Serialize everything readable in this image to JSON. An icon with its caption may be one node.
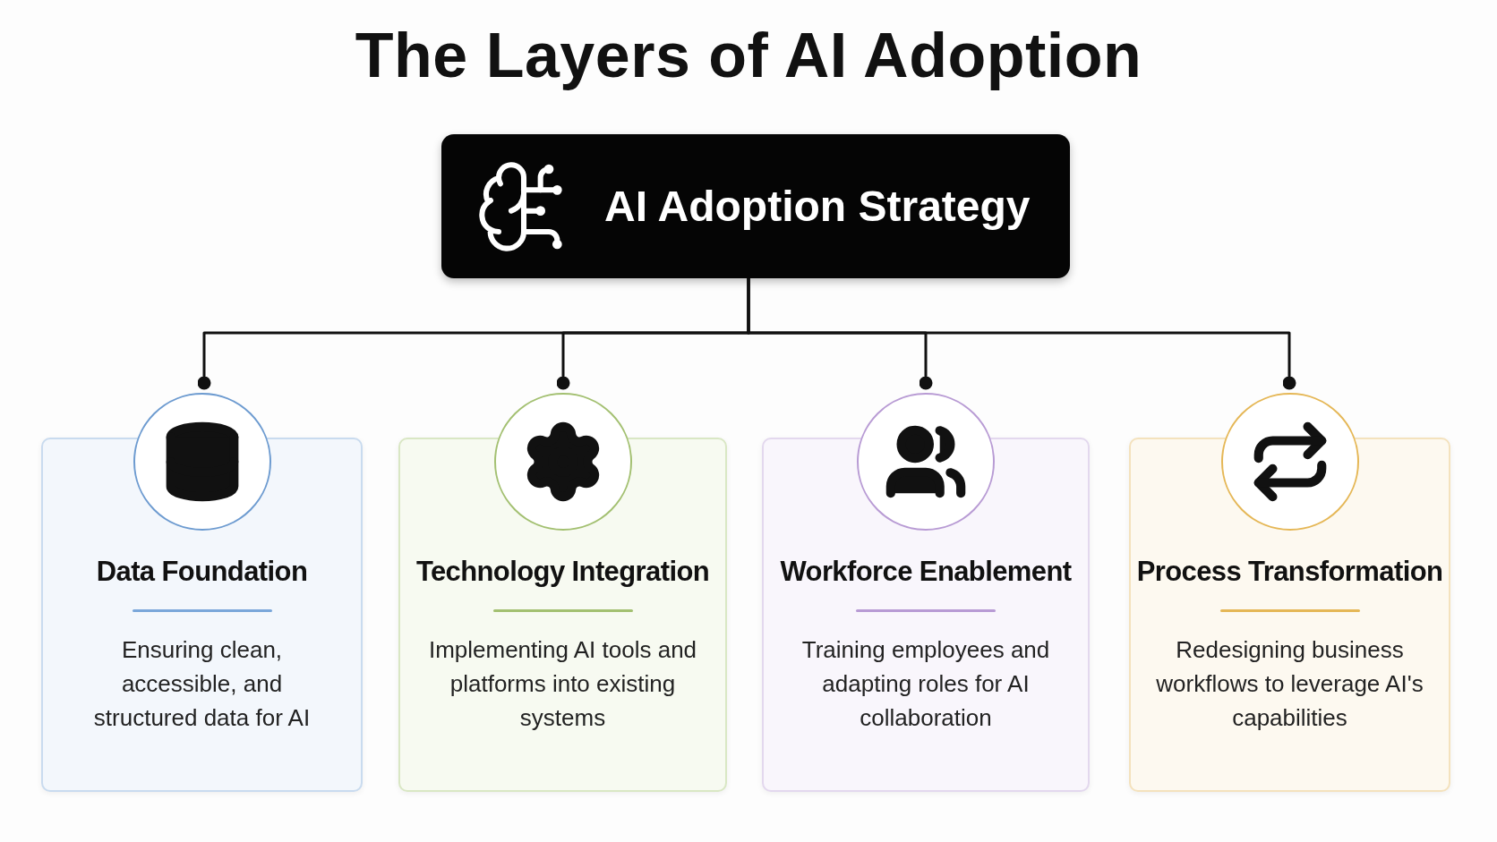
{
  "diagram": {
    "title": "The Layers of AI Adoption",
    "nodes": [
      {
        "text": [
          "AI Adoption Strategy"
        ]
      },
      {
        "text": [
          "Data Foundation",
          "Ensuring clean, accessible, and structured data for AI"
        ]
      },
      {
        "text": [
          "Technology Integration",
          "Implementing AI tools and platforms into existing systems"
        ]
      },
      {
        "text": [
          "Workforce Enablement",
          "Training employees and adapting roles for AI collaboration"
        ]
      },
      {
        "text": [
          "Process Transformation",
          "Redesigning business workflows to leverage AI's capabilities"
        ]
      }
    ],
    "edges": [
      {
        "from": 0,
        "to": 1,
        "arrow": "other"
      },
      {
        "from": 0,
        "to": 2,
        "arrow": "other"
      },
      {
        "from": 0,
        "to": 3,
        "arrow": "other"
      },
      {
        "from": 0,
        "to": 4,
        "arrow": "other"
      }
    ]
  }
}
